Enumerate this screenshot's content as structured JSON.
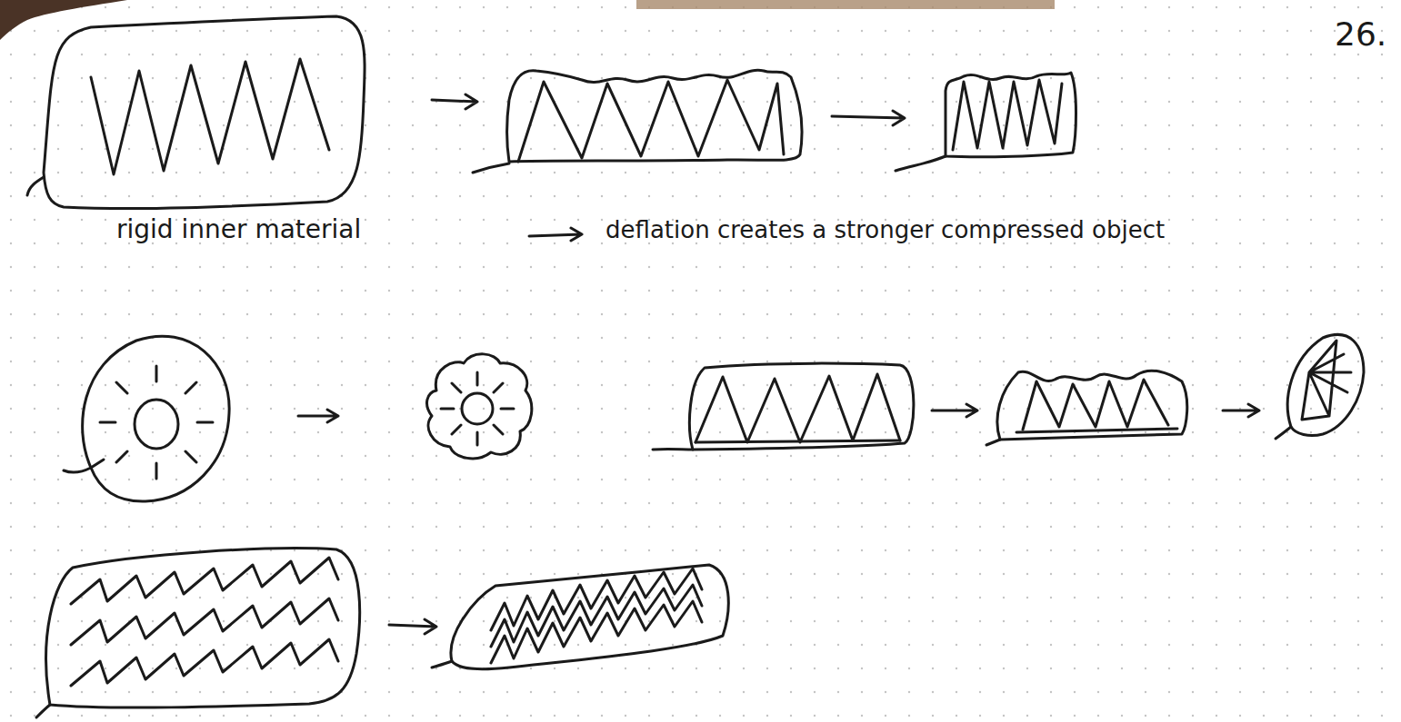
{
  "diagram": {
    "labels": [
      "26.",
      "rigid inner material",
      "deflation creates a stronger compressed object"
    ]
  }
}
